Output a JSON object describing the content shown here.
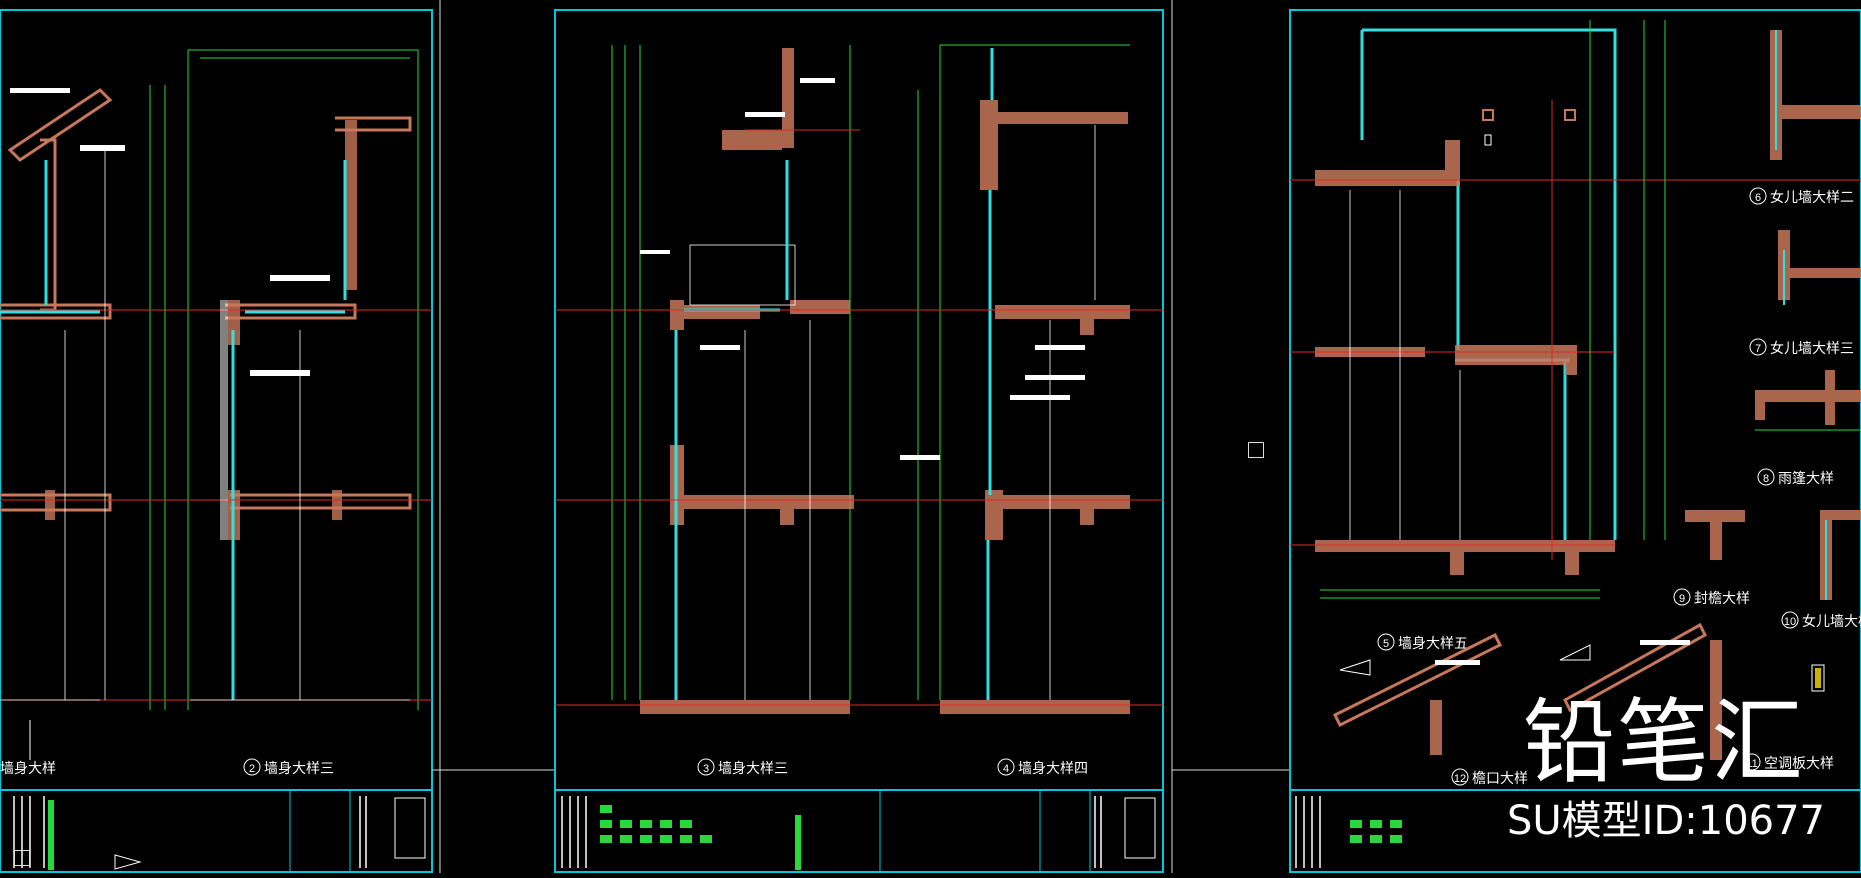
{
  "watermark": {
    "brand": "铅笔汇",
    "model_id": "SU模型ID:10677"
  },
  "sheets": [
    {
      "id": "sheet-1",
      "labels": [
        "墙身大样"
      ]
    },
    {
      "id": "sheet-2",
      "labels": [
        "墙身大样三"
      ]
    },
    {
      "id": "sheet-3",
      "labels": [
        "墙身大样三",
        "墙身大样四"
      ]
    },
    {
      "id": "sheet-4",
      "labels": [
        "墙身大样五",
        "女儿墙大样二",
        "女儿墙大样三",
        "雨篷大样",
        "封檐大样",
        "女儿墙大样",
        "檐口大样",
        "空调板大样"
      ]
    }
  ],
  "detail_numbers": [
    "2",
    "3",
    "4",
    "5",
    "6",
    "7",
    "8",
    "9",
    "10",
    "11",
    "12"
  ],
  "colors": {
    "background": "#000000",
    "frame": "#00c8d8",
    "wall": "#c8785a",
    "dimension": "#29d83a",
    "axis": "#e02828",
    "glass": "#30e0e0",
    "white": "#ffffff"
  }
}
